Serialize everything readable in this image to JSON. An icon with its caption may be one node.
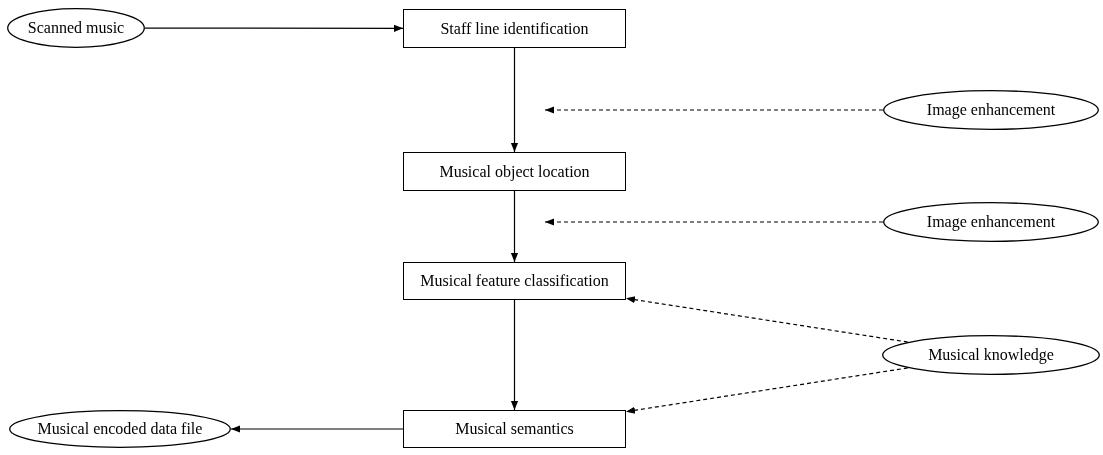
{
  "diagram": {
    "nodes": [
      {
        "text": [
          "Scanned music"
        ]
      },
      {
        "text": [
          "Staff line identification"
        ]
      },
      {
        "text": [
          "Image enhancement"
        ]
      },
      {
        "text": [
          "Musical object location"
        ]
      },
      {
        "text": [
          "Image enhancement"
        ]
      },
      {
        "text": [
          "Musical feature classification"
        ]
      },
      {
        "text": [
          "Musical knowledge"
        ]
      },
      {
        "text": [
          "Musical encoded data file"
        ]
      },
      {
        "text": [
          "Musical semantics"
        ]
      }
    ],
    "edges": [
      {
        "from": 0,
        "to": 1,
        "arrow": "to"
      },
      {
        "from": 1,
        "to": 3,
        "arrow": "to"
      },
      {
        "from": 2,
        "to": null,
        "arrow": "to",
        "style": "dashed"
      },
      {
        "from": 3,
        "to": 5,
        "arrow": "to"
      },
      {
        "from": 4,
        "to": null,
        "arrow": "to",
        "style": "dashed"
      },
      {
        "from": 5,
        "to": 8,
        "arrow": "to"
      },
      {
        "from": 6,
        "to": 5,
        "arrow": "to",
        "style": "dashed"
      },
      {
        "from": 6,
        "to": 8,
        "arrow": "to",
        "style": "dashed"
      },
      {
        "from": 8,
        "to": 7,
        "arrow": "to"
      }
    ]
  }
}
